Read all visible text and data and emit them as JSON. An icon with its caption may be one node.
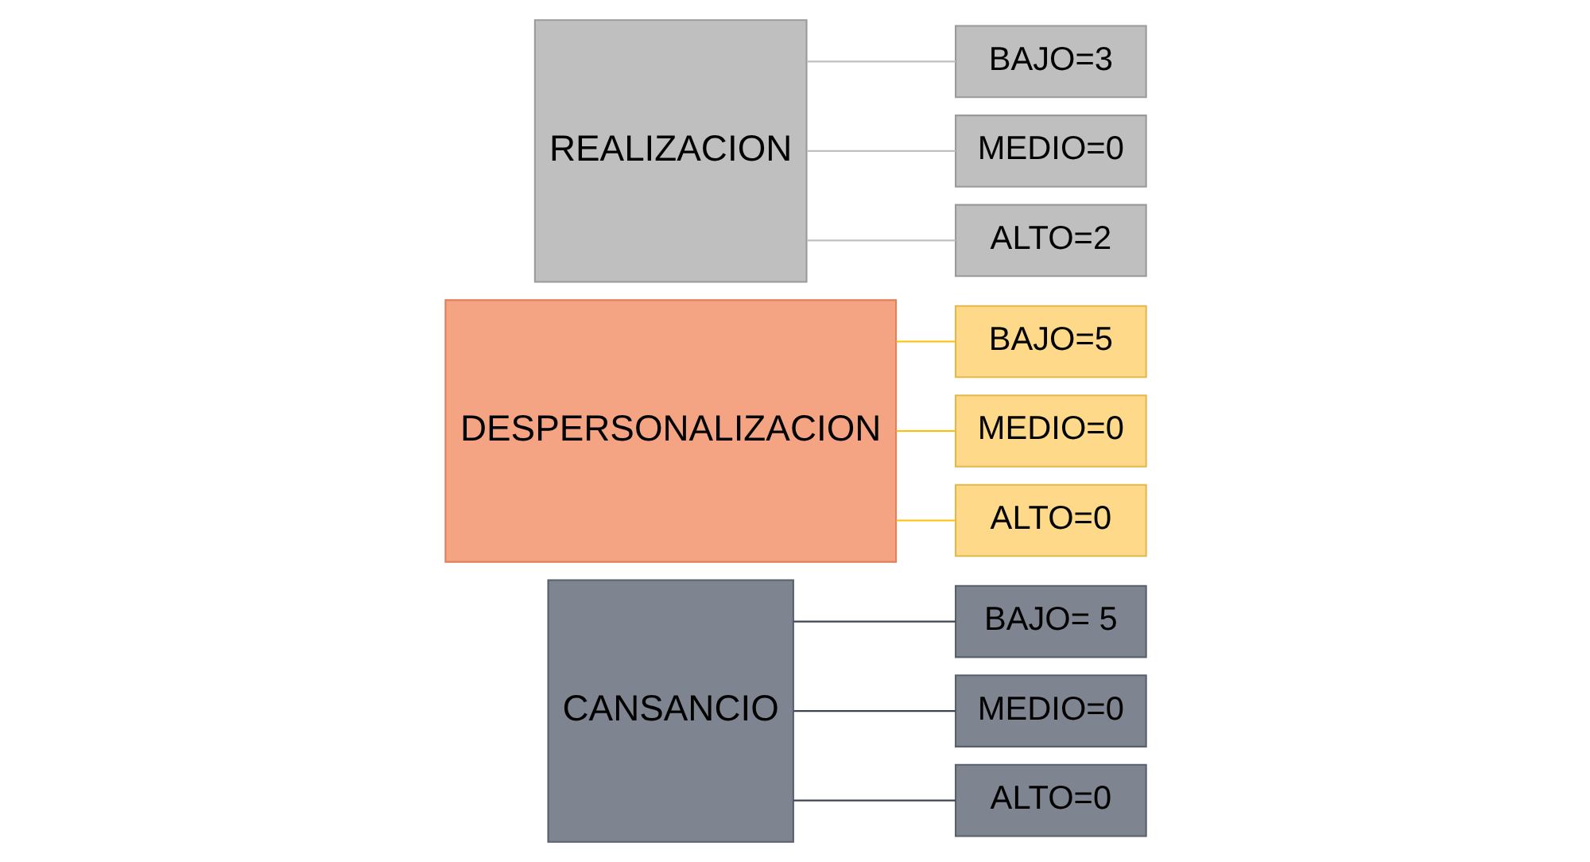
{
  "diagram": {
    "nodes": [
      {
        "text": [
          "CANSANCIO"
        ]
      },
      {
        "text": [
          "BAJO= 5"
        ]
      },
      {
        "text": [
          "MEDIO=0"
        ]
      },
      {
        "text": [
          "ALTO=0"
        ]
      },
      {
        "text": [
          "DESPERSONALIZACION"
        ]
      },
      {
        "text": [
          "BAJO=5"
        ]
      },
      {
        "text": [
          "MEDIO=0"
        ]
      },
      {
        "text": [
          "ALTO=0"
        ]
      },
      {
        "text": [
          "REALIZACION"
        ]
      },
      {
        "text": [
          "BAJO=3"
        ]
      },
      {
        "text": [
          "MEDIO=0"
        ]
      },
      {
        "text": [
          "ALTO=2"
        ]
      }
    ],
    "edges": [
      {
        "from": 0,
        "to": 1,
        "arrow": "none",
        "color": "#3f4550"
      },
      {
        "from": 0,
        "to": 2,
        "arrow": "none",
        "color": "#3f4550"
      },
      {
        "from": 0,
        "to": 3,
        "arrow": "none",
        "color": "#3f4550"
      },
      {
        "from": 4,
        "to": 5,
        "arrow": "none",
        "color": "#ffc000"
      },
      {
        "from": 4,
        "to": 6,
        "arrow": "none",
        "color": "#ffc000"
      },
      {
        "from": 4,
        "to": 7,
        "arrow": "none",
        "color": "#ffc000"
      },
      {
        "from": 8,
        "to": 9,
        "arrow": "none",
        "color": "#bfbfbf"
      },
      {
        "from": 8,
        "to": 10,
        "arrow": "none",
        "color": "#bfbfbf"
      },
      {
        "from": 8,
        "to": 11,
        "arrow": "none",
        "color": "#bfbfbf"
      }
    ]
  }
}
